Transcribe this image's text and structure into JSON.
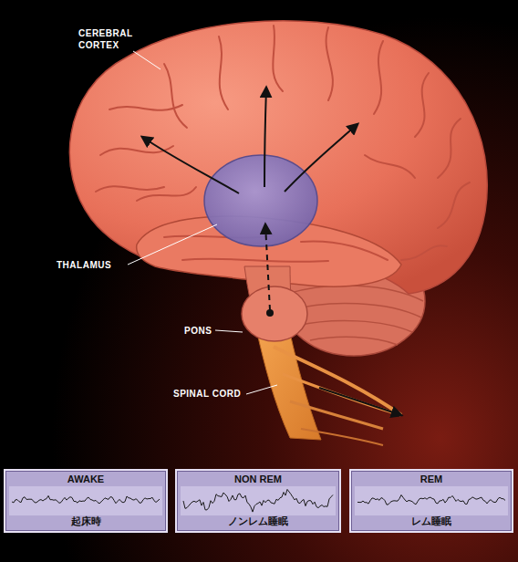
{
  "diagram": {
    "nodes": [
      {
        "text": [
          "AWAKE",
          "起床時"
        ]
      },
      {
        "text": [
          "NON REM",
          "ノンレム睡眠"
        ]
      },
      {
        "text": [
          "REM",
          "レム睡眠"
        ]
      }
    ],
    "labels": [
      "CEREBRAL CORTEX",
      "THALAMUS",
      "PONS",
      "SPINAL CORD"
    ]
  }
}
